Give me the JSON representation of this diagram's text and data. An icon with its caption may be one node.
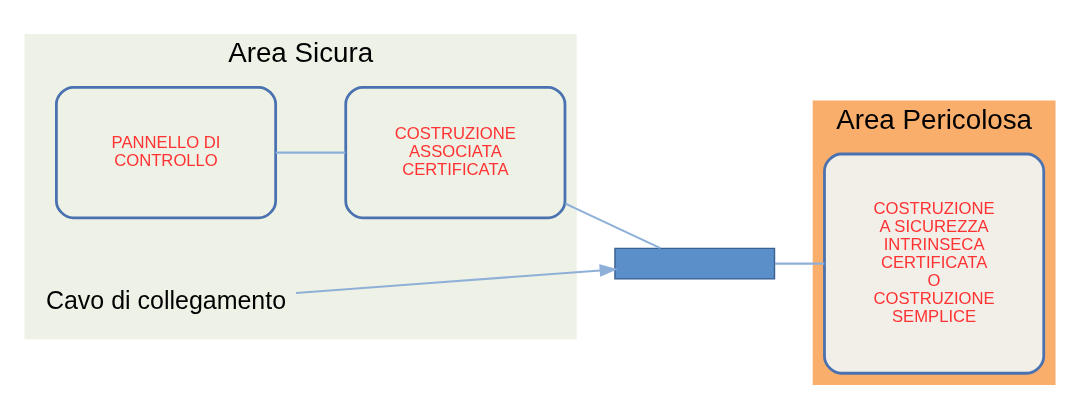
{
  "diagram": {
    "nodes": [
      {
        "text": [
          "Area Sicura"
        ]
      },
      {
        "text": [
          "Area Pericolosa"
        ]
      },
      {
        "text": [
          "PANNELLO DI CONTROLLO"
        ],
        "in": 0
      },
      {
        "text": [
          "COSTRUZIONE ASSOCIATA CERTIFICATA"
        ],
        "in": 0
      },
      {
        "text": [],
        "shape": "bar"
      },
      {
        "text": [
          "COSTRUZIONE A SICUREZZA INTRINSECA CERTIFICATA O COSTRUZIONE SEMPLICE"
        ],
        "in": 1
      },
      {
        "text": [
          "Cavo di collegamento"
        ],
        "in": 0
      }
    ],
    "edges": [
      {
        "from": 2,
        "to": 3,
        "arrow": "none"
      },
      {
        "from": 3,
        "to": 4,
        "arrow": "none"
      },
      {
        "from": 4,
        "to": 5,
        "arrow": "none"
      },
      {
        "from": 6,
        "to": 4,
        "arrow": "to"
      }
    ]
  }
}
